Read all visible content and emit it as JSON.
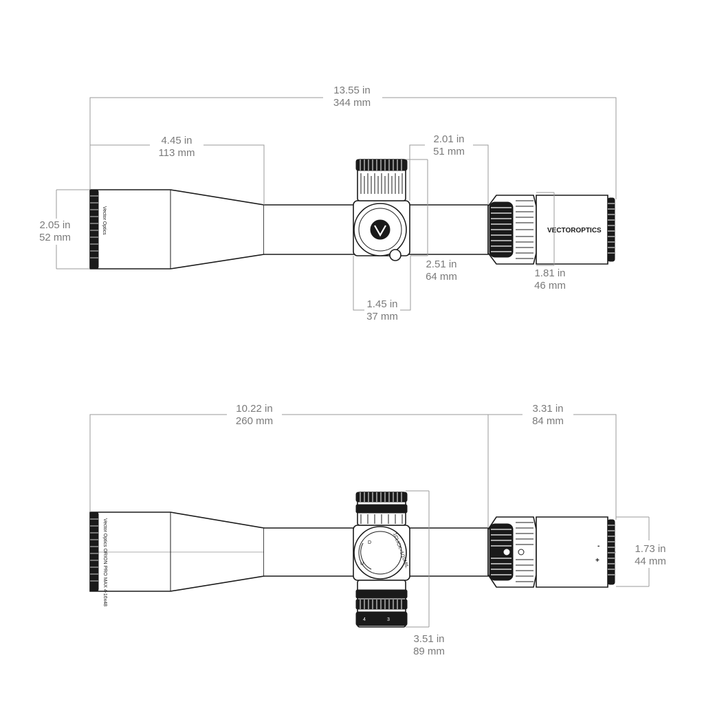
{
  "top_view": {
    "overall_length": {
      "imperial": "13.55 in",
      "metric": "344 mm"
    },
    "objective_bell_length": {
      "imperial": "4.45 in",
      "metric": "113 mm"
    },
    "objective_diameter": {
      "imperial": "2.05 in",
      "metric": "52 mm"
    },
    "rear_to_eyepiece": {
      "imperial": "2.01 in",
      "metric": "51 mm"
    },
    "turret_height": {
      "imperial": "2.51 in",
      "metric": "64 mm"
    },
    "turret_width": {
      "imperial": "1.45 in",
      "metric": "37 mm"
    },
    "eyepiece_diameter": {
      "imperial": "1.81 in",
      "metric": "46 mm"
    },
    "objective_ring_text": "Vector Optics",
    "eyepiece_brand": "VECTOROPTICS"
  },
  "side_view": {
    "front_to_eyepiece": {
      "imperial": "10.22 in",
      "metric": "260 mm"
    },
    "eyepiece_length": {
      "imperial": "3.31 in",
      "metric": "84 mm"
    },
    "eyepiece_diameter": {
      "imperial": "1.73 in",
      "metric": "44 mm"
    },
    "turret_span": {
      "imperial": "3.51 in",
      "metric": "89 mm"
    },
    "objective_ring_text": "Vector Optics ORION PRO MAX 4-16x48",
    "turret_text": "1CLICK=1/10MIL",
    "turret_letters": [
      "U",
      "D"
    ],
    "diopter_symbols": [
      "-",
      "+"
    ],
    "turret_numbers": [
      "4",
      "3"
    ]
  }
}
